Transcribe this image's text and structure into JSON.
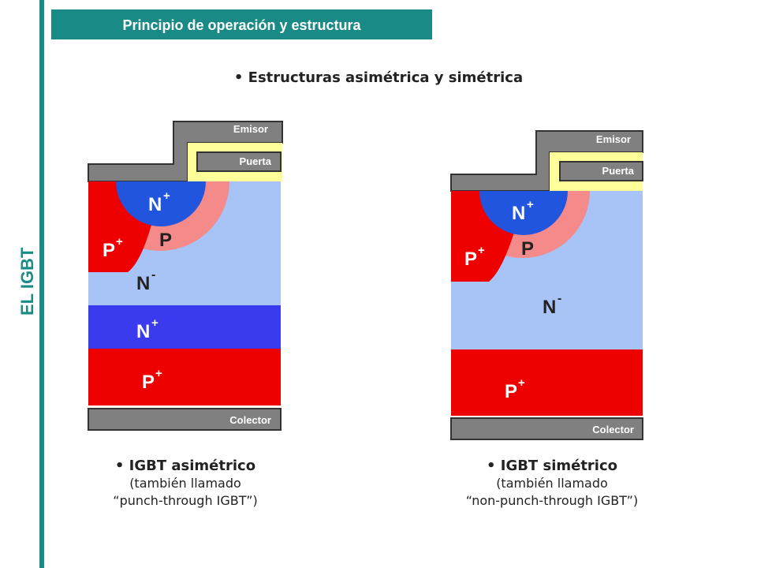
{
  "sidebar": {
    "title": "EL IGBT"
  },
  "header": {
    "title": "Principio de operación y estructura"
  },
  "subtitle": "• Estructuras asimétrica y simétrica",
  "layers": {
    "emitter": "Emisor",
    "gate": "Puerta",
    "collector": "Colector",
    "n_plus": "N",
    "p_plus": "P",
    "p": "P",
    "n_minus": "N",
    "plus": "+",
    "minus": "-"
  },
  "structures": [
    {
      "caption": "• IGBT asimétrico",
      "line2": "(también llamado",
      "line3": "“punch-through  IGBT”)"
    },
    {
      "caption": "• IGBT simétrico",
      "line2": "(también llamado",
      "line3": "“non-punch-through  IGBT”)"
    }
  ],
  "colors": {
    "teal": "#1a8a86",
    "metal": "#808080",
    "gate_oxide": "#ffff99",
    "n_plus": "#2255dd",
    "p_plus": "#ee0000",
    "p": "#f48a8a",
    "n_minus": "#a8c3f5",
    "buffer": "#3a3aee"
  }
}
